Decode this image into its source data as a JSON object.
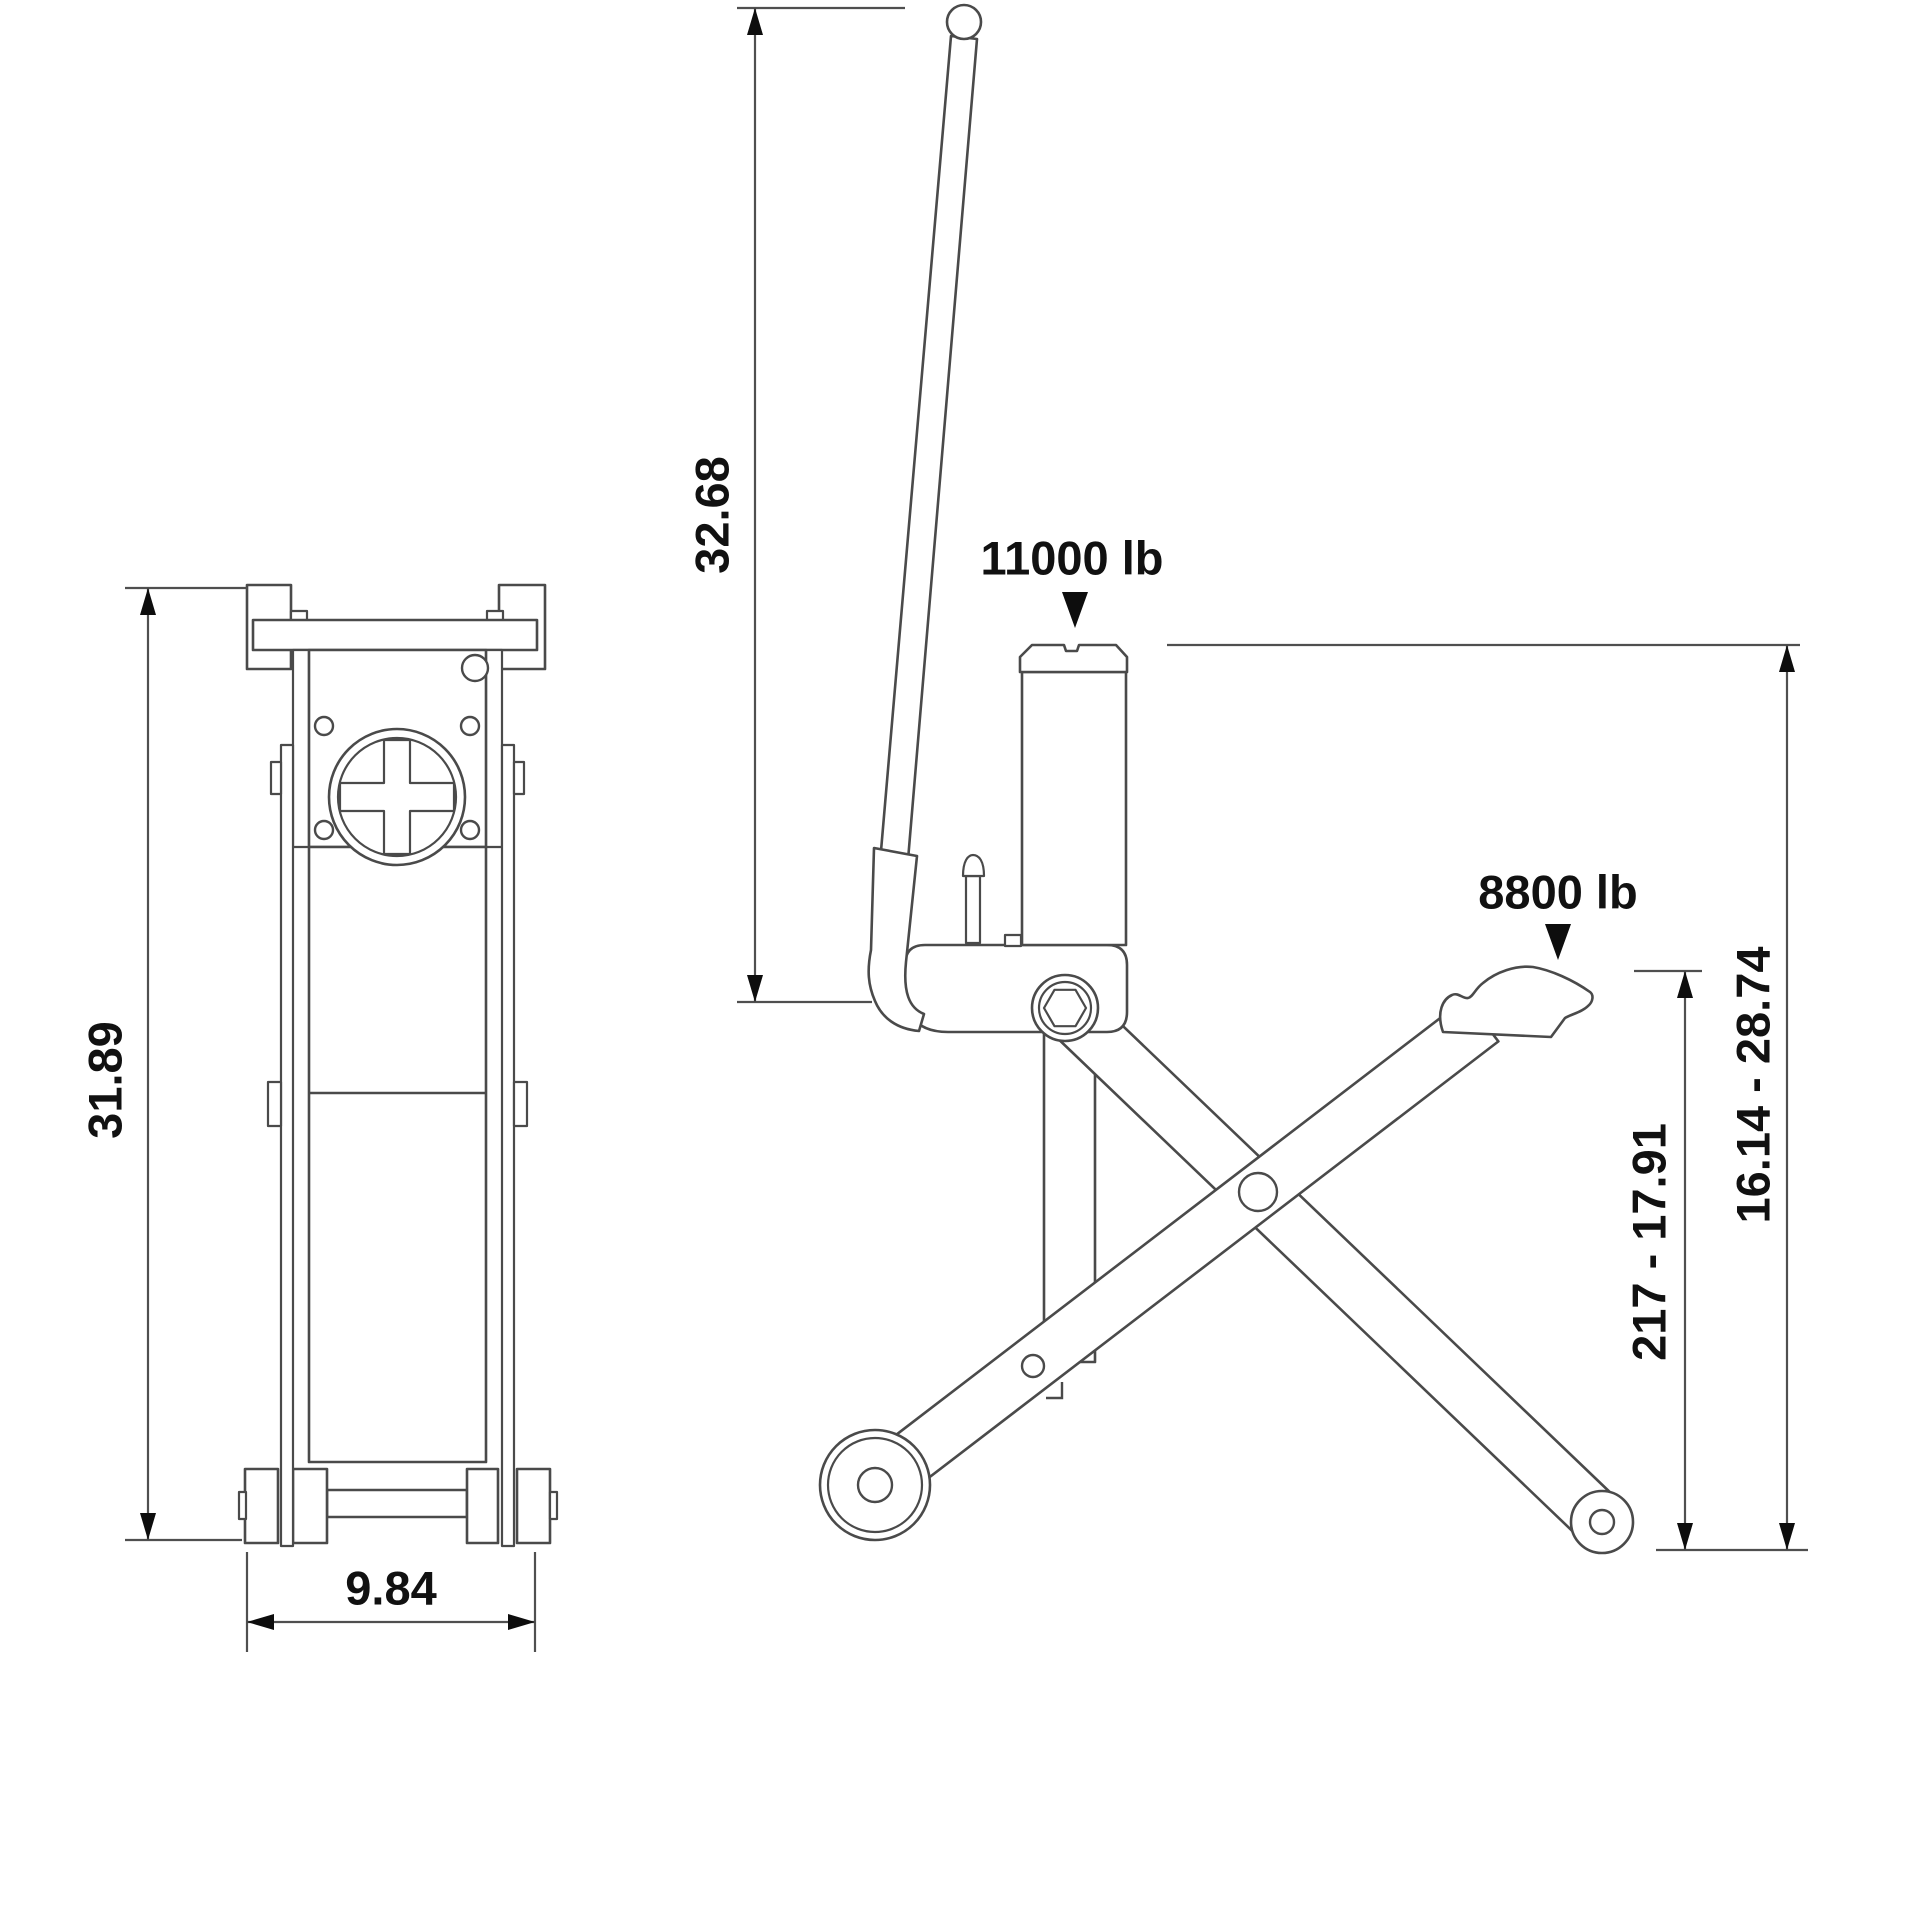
{
  "page": {
    "background": "#ffffff"
  },
  "diagram": {
    "type": "technical-dimension-drawing",
    "subject": "hydraulic scissor jack, front view and side view with dimensions",
    "line_color": "#4a4a4a",
    "text_color": "#111111",
    "front_view": {
      "height_label": "31.89",
      "width_label": "9.84"
    },
    "side_view": {
      "handle_height_label": "32.68",
      "pump_capacity_label": "11000 lb",
      "saddle_capacity_label": "8800 lb",
      "lift_range_outer_label": "16.14 - 28.74",
      "lift_range_inner_label": "217 - 17.91"
    }
  }
}
